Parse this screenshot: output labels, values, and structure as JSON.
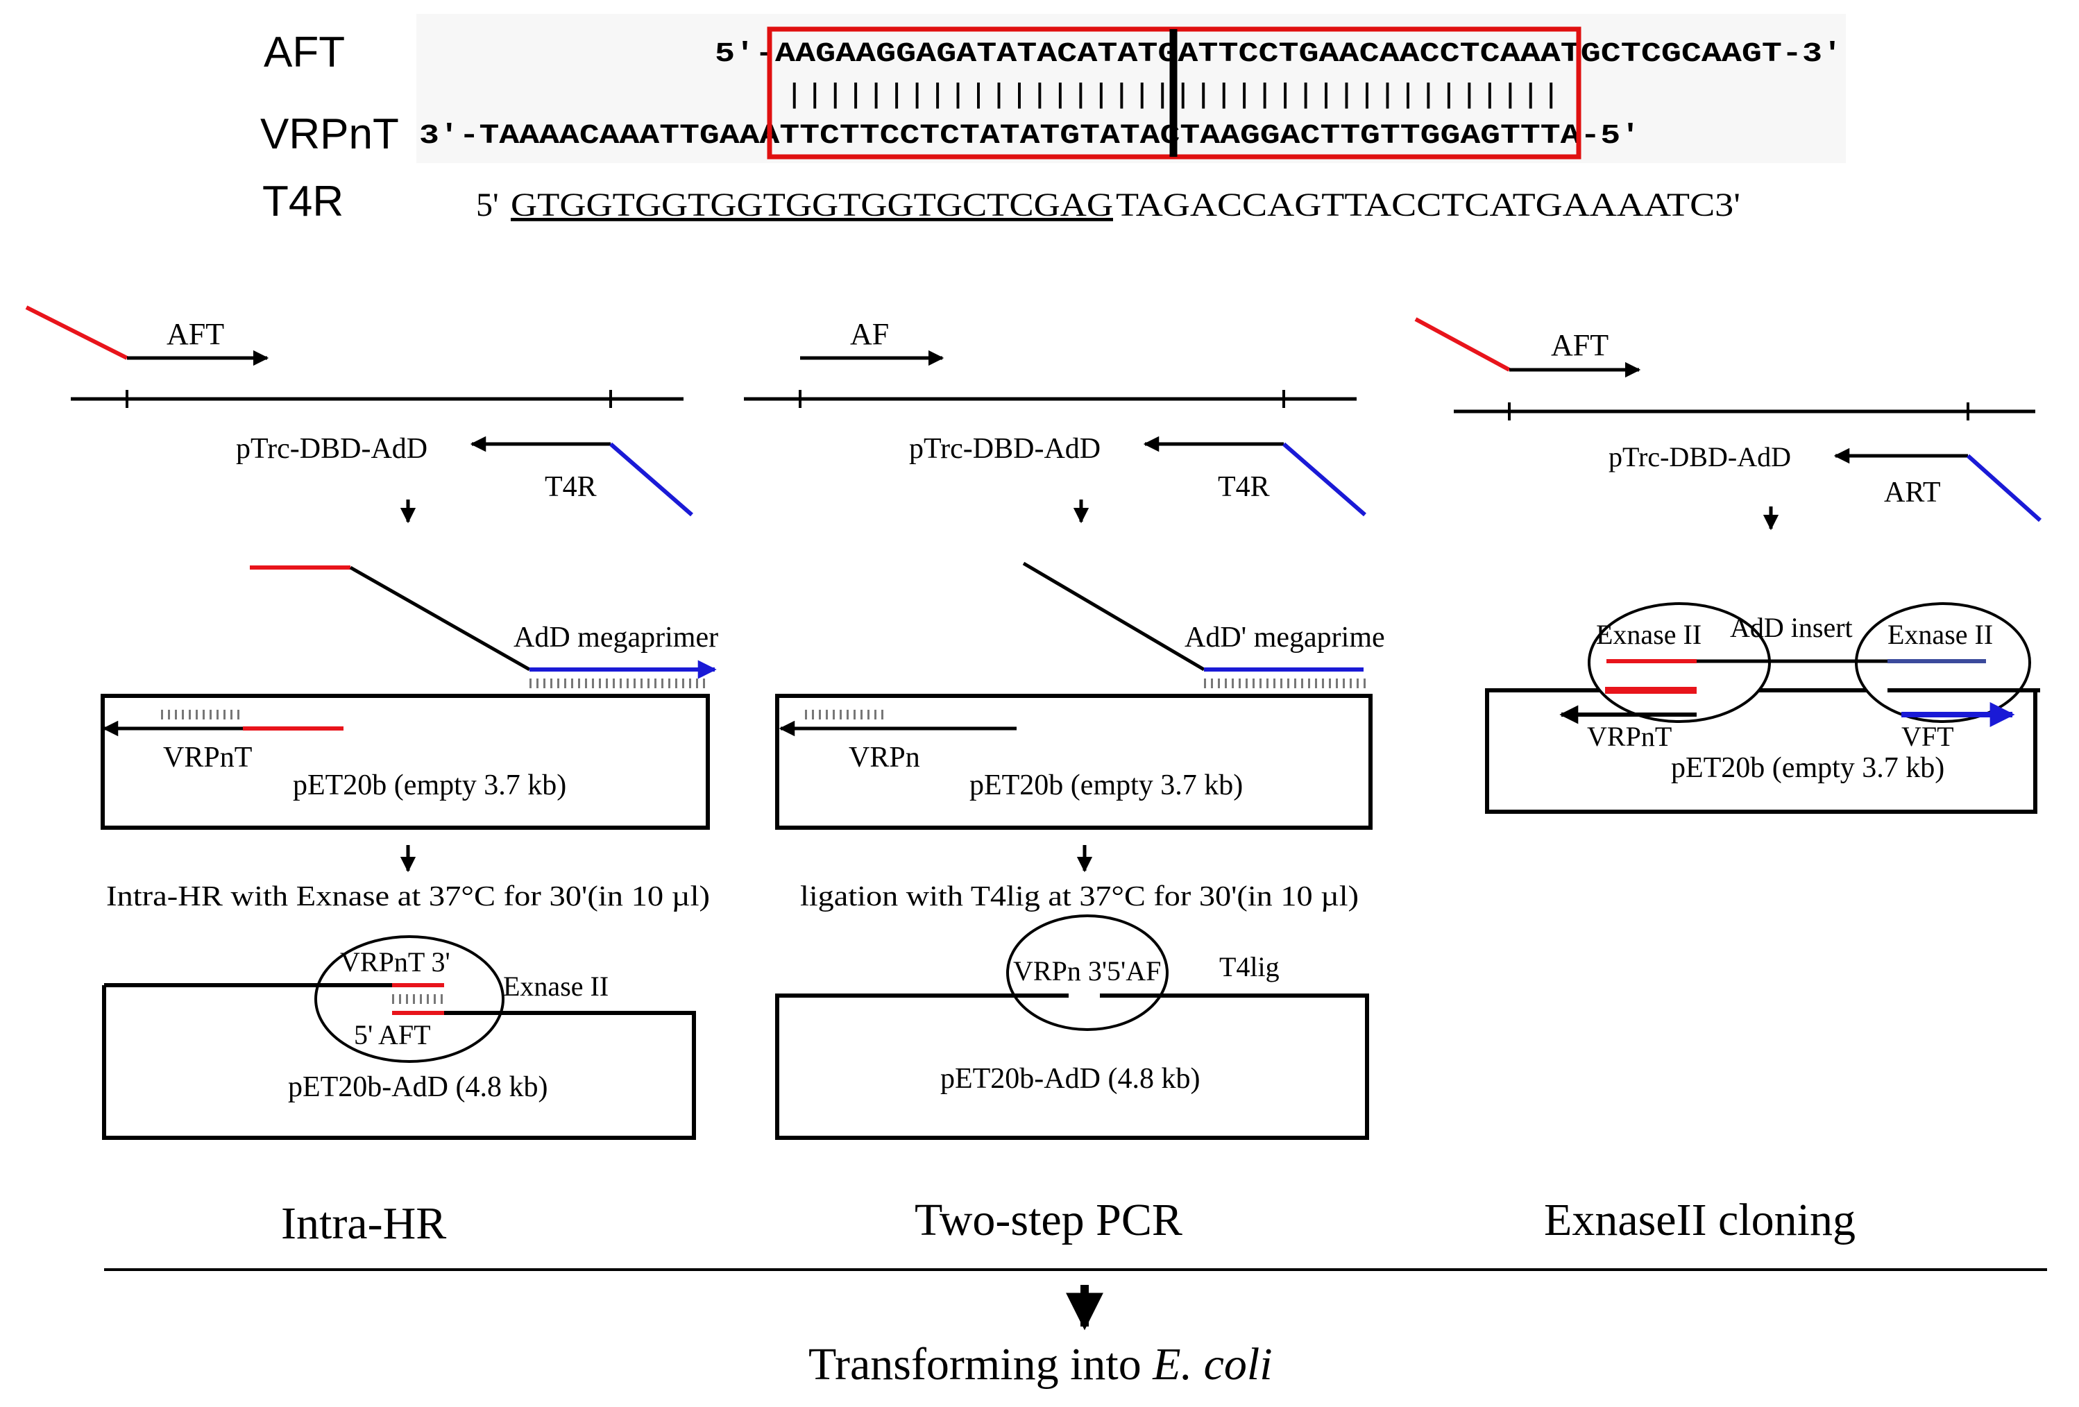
{
  "sequences": {
    "aft_label": "AFT",
    "aft_seq": "5'-AAGAAGGAGATATACATATGATTCCTGAACAACCTCAAATGCTCGCAAGT-3'",
    "vrpnt_label": "VRPnT",
    "vrpnt_seq": "3'-TAAAACAAATTGAAATTCTTCCTCTATATGTATACTAAGGACTTGTTGGAGTTTA-5'",
    "pairing": "||||||||||||||||||||||||||||||||||||||",
    "t4r_label": "T4R",
    "t4r_prefix": "5'",
    "t4r_tag": "GTGGTGGTGGTGGTGGTGCTCGAG",
    "t4r_rest": "TAGACCAGTTACCTCATGAAAATC3'"
  },
  "intra_hr": {
    "primer_fwd": "AFT",
    "template": "pTrc-DBD-AdD",
    "primer_rev": "T4R",
    "megaprimer": "AdD megaprimer",
    "vector_primer": "VRPnT",
    "vector": "pET20b (empty 3.7 kb)",
    "reaction": "Intra-HR with Exnase at 37°C for 30'(in 10 µl)",
    "junction_top": "VRPnT 3'",
    "junction_bottom": "5' AFT",
    "enzyme": "Exnase II",
    "product": "pET20b-AdD (4.8 kb)",
    "title": "Intra-HR"
  },
  "two_step": {
    "primer_fwd": "AF",
    "template": "pTrc-DBD-AdD",
    "primer_rev": "T4R",
    "megaprimer": "AdD' megaprime",
    "vector_primer": "VRPn",
    "vector": "pET20b (empty 3.7 kb)",
    "reaction": "ligation with T4lig at 37°C for 30'(in 10 µl)",
    "junction": "VRPn 3'5'AF",
    "enzyme": "T4lig",
    "product": "pET20b-AdD (4.8 kb)",
    "title": "Two-step PCR"
  },
  "exnase": {
    "primer_fwd": "AFT",
    "template": "pTrc-DBD-AdD",
    "primer_rev": "ART",
    "enzyme_left": "Exnase II",
    "insert": "AdD insert",
    "enzyme_right": "Exnase II",
    "vector_primer_left": "VRPnT",
    "vector_primer_right": "VFT",
    "vector": "pET20b (empty 3.7 kb)",
    "title": "ExnaseII cloning"
  },
  "final": {
    "text": "Transforming into ",
    "organism": "E. coli"
  },
  "colors": {
    "red": "#e8141b",
    "blue": "#1a1ad6",
    "navy": "#3b4a9c",
    "tag_blue": "#1a2fd6",
    "box_red": "#e01010"
  }
}
